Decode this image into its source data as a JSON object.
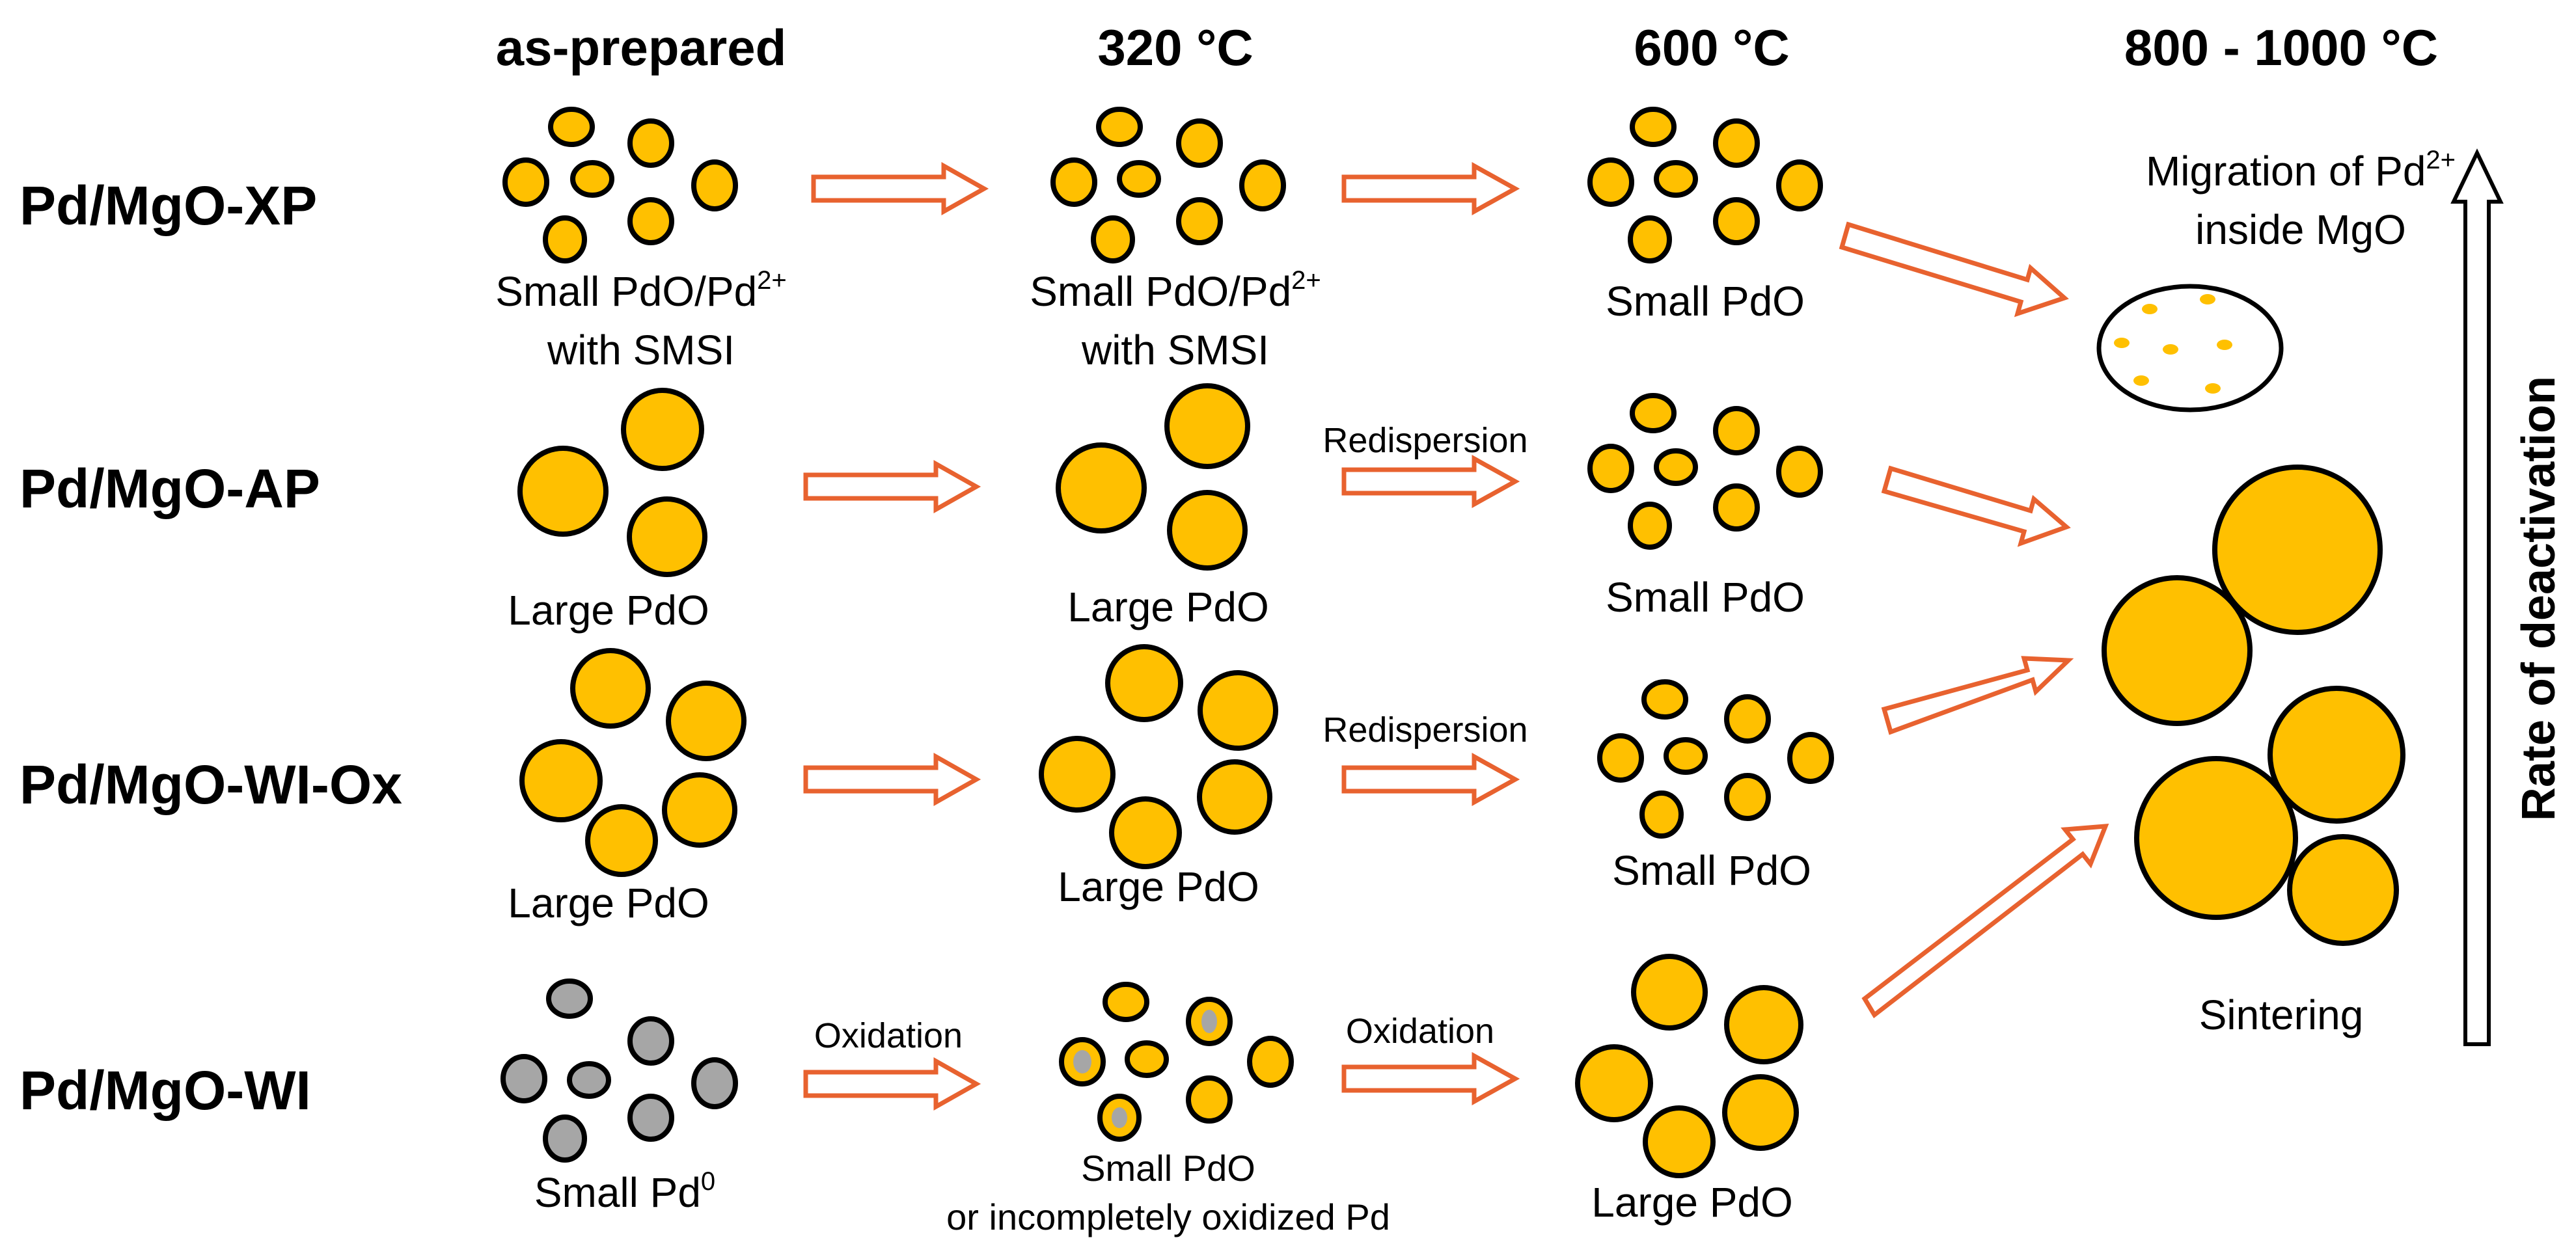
{
  "columns": [
    "as-prepared",
    "320 °C",
    "600 °C",
    "800 - 1000 °C"
  ],
  "rows": [
    "Pd/MgO-XP",
    "Pd/MgO-AP",
    "Pd/MgO-WI-Ox",
    "Pd/MgO-WI"
  ],
  "captions": {
    "xp_asprep_1": "Small PdO/Pd",
    "xp_asprep_sup": "2+",
    "xp_asprep_2": "with SMSI",
    "xp_320_1": "Small PdO/Pd",
    "xp_320_sup": "2+",
    "xp_320_2": "with SMSI",
    "xp_600": "Small PdO",
    "ap_asprep": "Large PdO",
    "ap_320": "Large PdO",
    "ap_600": "Small PdO",
    "wiox_asprep": "Large PdO",
    "wiox_320": "Large PdO",
    "wiox_600": "Small PdO",
    "wi_asprep": "Small Pd",
    "wi_asprep_sup": "0",
    "wi_320_1": "Small PdO",
    "wi_320_2": "or incompletely oxidized Pd",
    "wi_600": "Large PdO"
  },
  "arrow_labels": {
    "ap_600": "Redispersion",
    "wiox_600": "Redispersion",
    "wi_320": "Oxidation",
    "wi_600": "Oxidation"
  },
  "outcomes": {
    "migration_1": "Migration of Pd",
    "migration_sup": "2+",
    "migration_2": "inside MgO",
    "sintering": "Sintering"
  },
  "side_label": "Rate of deactivation",
  "colors": {
    "pdo": "#FFC000",
    "pd_metal": "#A6A6A6",
    "arrow": "#E8622F",
    "outline": "#000000"
  }
}
